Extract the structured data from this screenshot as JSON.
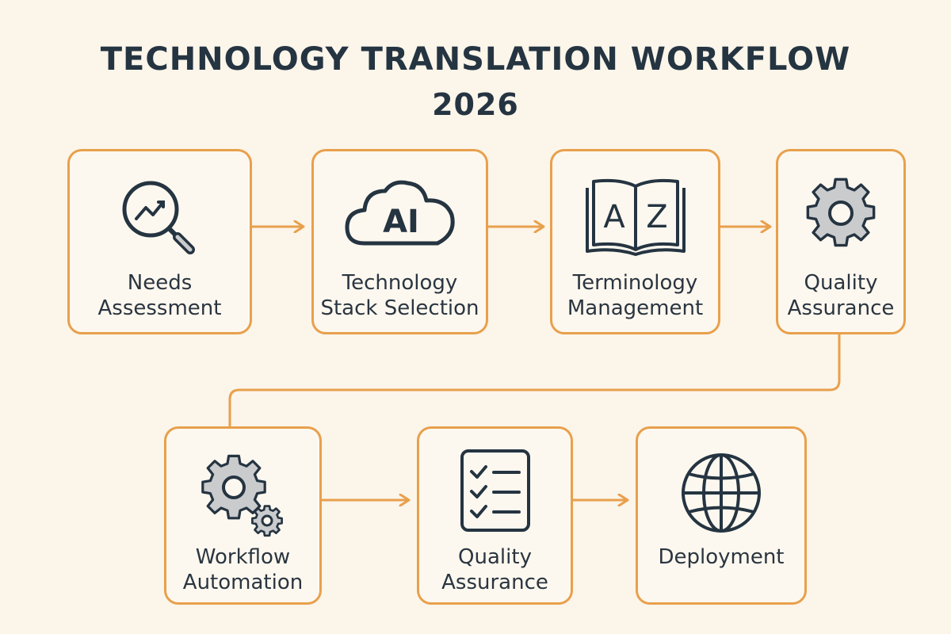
{
  "title": {
    "line1": "TECHNOLOGY TRANSLATION WORKFLOW",
    "line2": "2026"
  },
  "colors": {
    "background": "#fbf5ea",
    "accent": "#e8a04c",
    "text": "#253441",
    "icon_fill": "#c9cbcd"
  },
  "steps": [
    {
      "id": "needs-assessment",
      "icon": "magnifier-chart-icon",
      "lines": [
        "Needs",
        "Assessment"
      ]
    },
    {
      "id": "technology-stack-selection",
      "icon": "ai-cloud-icon",
      "icon_text": "AI",
      "lines": [
        "Technology",
        "Stack Selection"
      ]
    },
    {
      "id": "terminology-management",
      "icon": "az-book-icon",
      "icon_text": [
        "A",
        "Z"
      ],
      "lines": [
        "Terminology",
        "Management"
      ]
    },
    {
      "id": "quality-assurance-1",
      "icon": "gear-icon",
      "lines": [
        "Quality",
        "Assurance"
      ]
    },
    {
      "id": "workflow-automation",
      "icon": "gears-icon",
      "lines": [
        "Workflow",
        "Automation"
      ]
    },
    {
      "id": "quality-assurance-2",
      "icon": "checklist-icon",
      "lines": [
        "Quality",
        "Assurance"
      ]
    },
    {
      "id": "deployment",
      "icon": "globe-icon",
      "lines": [
        "Deployment"
      ]
    }
  ]
}
